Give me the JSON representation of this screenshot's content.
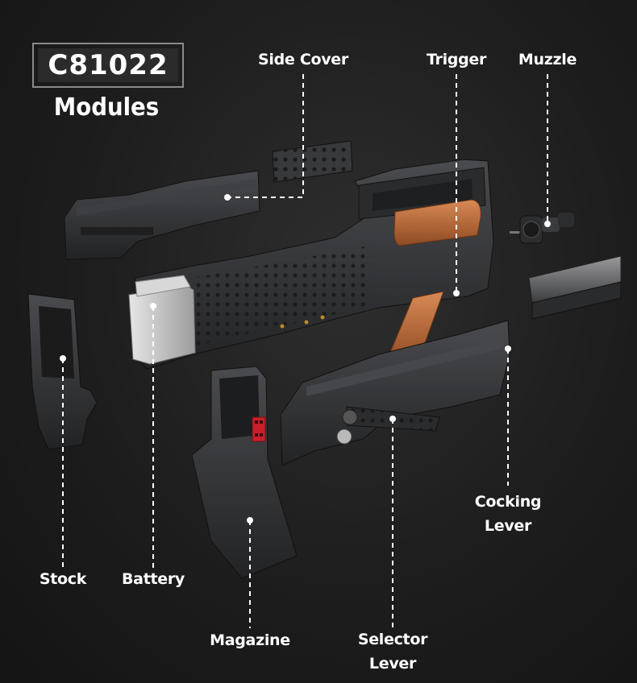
{
  "header": {
    "model": "C81022",
    "subtitle": "Modules"
  },
  "callouts": [
    {
      "id": "side-cover",
      "text": "Side Cover"
    },
    {
      "id": "trigger",
      "text": "Trigger"
    },
    {
      "id": "muzzle",
      "text": "Muzzle"
    },
    {
      "id": "cocking-lever",
      "text": "Cocking\nLever"
    },
    {
      "id": "stock",
      "text": "Stock"
    },
    {
      "id": "battery",
      "text": "Battery"
    },
    {
      "id": "magazine",
      "text": "Magazine"
    },
    {
      "id": "selector-lever",
      "text": "Selector\nLever"
    }
  ],
  "colors": {
    "background": "#1d1d1d",
    "brick_dark": "#2f3032",
    "brick_mid": "#3d3e41",
    "accent_brown": "#b86a3c",
    "battery_grey": "#bdbdbd",
    "red_part": "#c8202a",
    "leader_line": "#ffffff"
  }
}
